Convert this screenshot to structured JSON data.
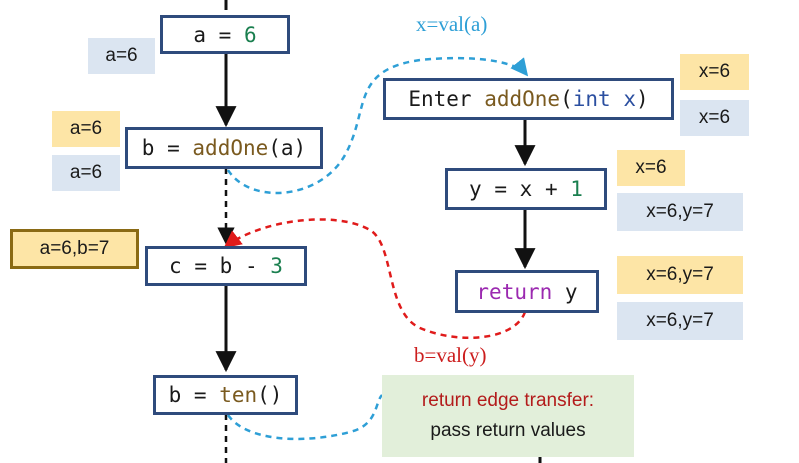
{
  "nodes": {
    "a_assign": {
      "lhs": "a",
      "op": "=",
      "num": "6"
    },
    "b_call": {
      "lhs": "b",
      "op": "=",
      "fn": "addOne",
      "arg": "(a)"
    },
    "c_assign": {
      "lhs": "c",
      "op": "=",
      "expr": "b",
      "minus": "-",
      "num": "3"
    },
    "b_ten": {
      "lhs": "b",
      "op": "=",
      "fn": "ten",
      "arg": "()"
    },
    "enter": {
      "kw": "Enter",
      "fn": "addOne",
      "open": "(",
      "type": "int",
      "param": "x",
      "close": ")"
    },
    "y_assign": {
      "lhs": "y",
      "op": "=",
      "expr": "x",
      "plus": "+",
      "num": "1"
    },
    "return": {
      "kw": "return",
      "val": "y"
    }
  },
  "facts": {
    "left_a6": "a=6",
    "left_b_yellow": "a=6",
    "left_b_blue": "a=6",
    "left_c": "a=6,b=7",
    "enter_yellow": "x=6",
    "enter_blue": "x=6",
    "y_yellow": "x=6",
    "y_blue": "x=6,y=7",
    "ret_yellow": "x=6,y=7",
    "ret_blue": "x=6,y=7"
  },
  "edge_labels": {
    "call": "x=val(a)",
    "return": "b=val(y)"
  },
  "note": {
    "line1": "return edge transfer:",
    "line2": "pass return values"
  },
  "colors": {
    "node_border": "#2f4b7c",
    "fact_blue": "#dbe5f1",
    "fact_yellow": "#fde5a6",
    "call_edge": "#2e9fd6",
    "return_edge": "#e01b1b",
    "note_bg": "#e2efda"
  }
}
